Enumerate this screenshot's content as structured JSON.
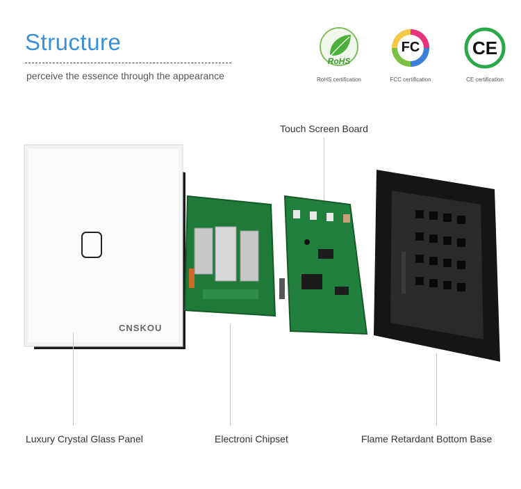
{
  "header": {
    "title": "Structure",
    "subtitle": "perceive the essence through the appearance"
  },
  "certifications": [
    {
      "name": "RoHS",
      "logo_text": "RoHS",
      "caption": "RoHS certification",
      "icon": "rohs-leaf-icon"
    },
    {
      "name": "FCC",
      "logo_text": "FC",
      "caption": "FCC certification",
      "icon": "fcc-icon"
    },
    {
      "name": "CE",
      "logo_text": "CE",
      "caption": "CE certification",
      "icon": "ce-icon"
    }
  ],
  "panel": {
    "brand": "CNSKOU"
  },
  "labels": {
    "touch_board": "Touch Screen Board",
    "glass_panel": "Luxury Crystal Glass Panel",
    "chipset": "Electroni Chipset",
    "bottom_base": "Flame Retardant Bottom Base"
  },
  "colors": {
    "title_blue": "#3b8fd4",
    "pcb_green": "#1f7a3a",
    "rohs_green": "#4caf3a",
    "ce_green": "#2aa84a"
  }
}
